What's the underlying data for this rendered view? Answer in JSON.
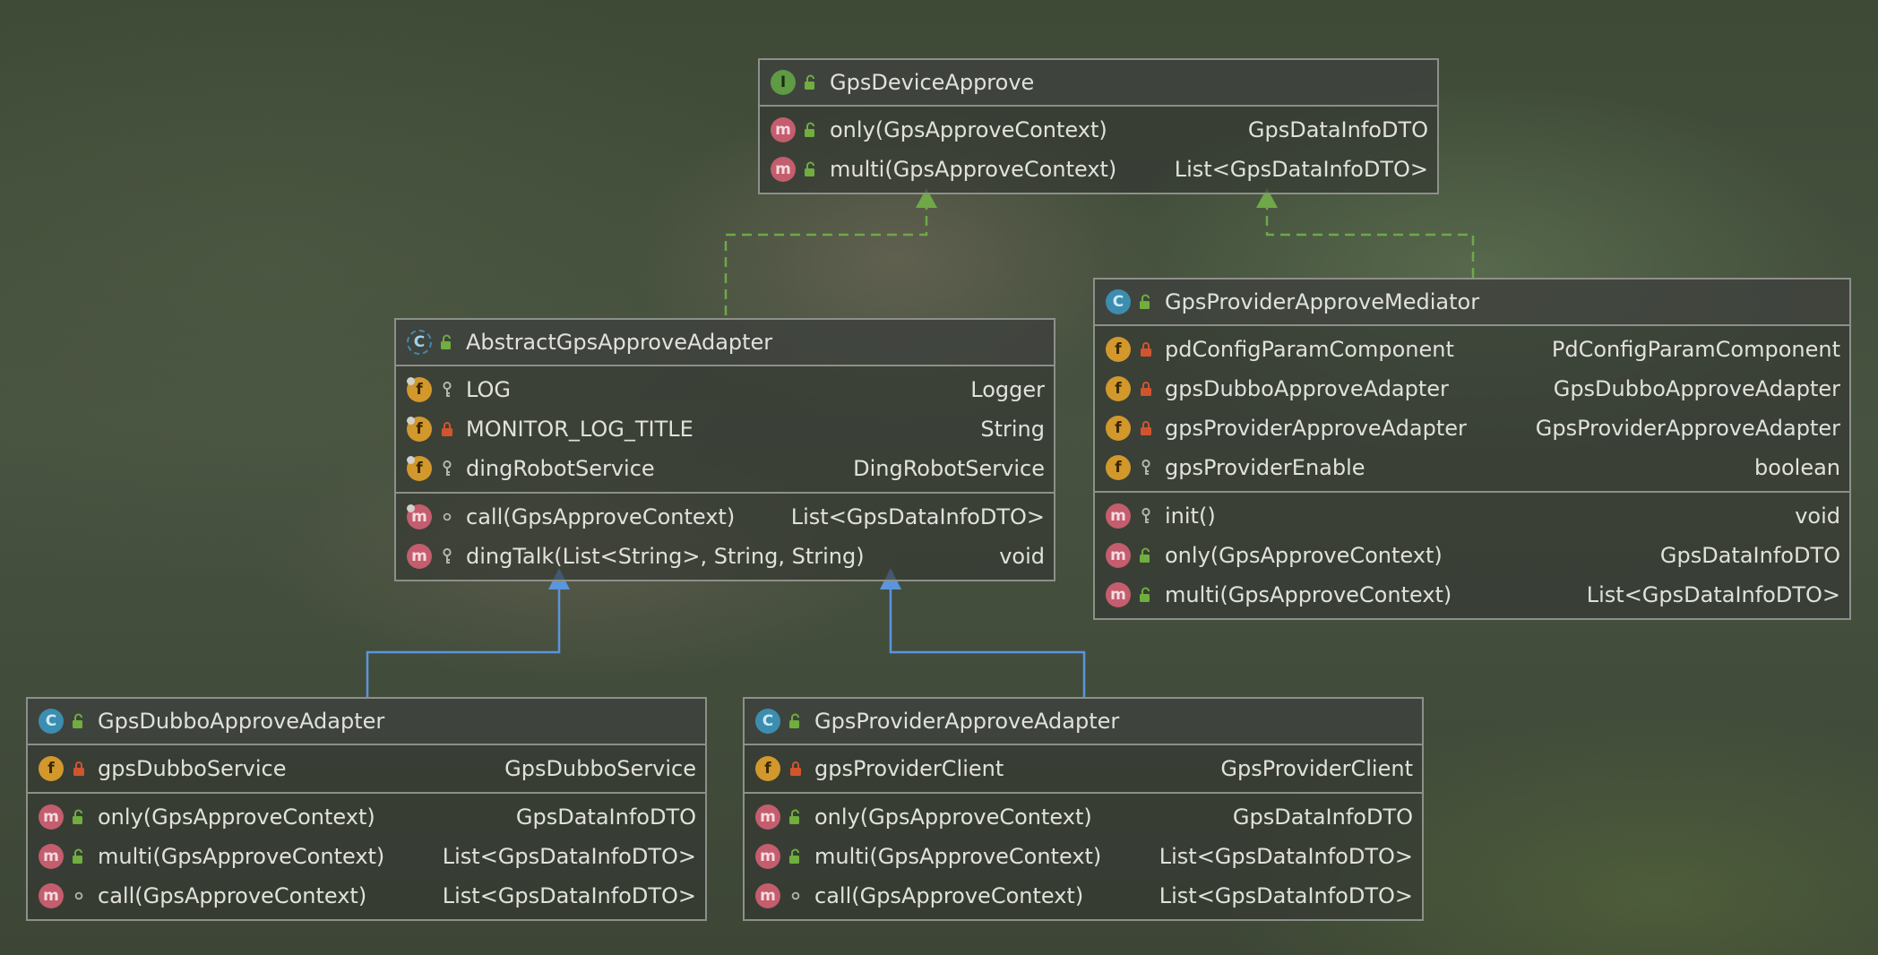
{
  "colors": {
    "realization_arrow": "#6fa848",
    "inheritance_arrow": "#5b95dc",
    "box_border": "#8d9088"
  },
  "classes": [
    {
      "id": "gps-device-approve",
      "name": "GpsDeviceApprove",
      "kind": "I",
      "sections": [
        [
          {
            "icon": "m",
            "static": false,
            "vis": "public",
            "name": "only(GpsApproveContext)",
            "type": "GpsDataInfoDTO"
          },
          {
            "icon": "m",
            "static": false,
            "vis": "public",
            "name": "multi(GpsApproveContext)",
            "type": "List<GpsDataInfoDTO>"
          }
        ]
      ]
    },
    {
      "id": "abstract-gps-approve-adapter",
      "name": "AbstractGpsApproveAdapter",
      "kind": "C",
      "abstract": true,
      "sections": [
        [
          {
            "icon": "f",
            "static": true,
            "vis": "protected",
            "name": "LOG",
            "type": "Logger"
          },
          {
            "icon": "f",
            "static": true,
            "vis": "private",
            "name": "MONITOR_LOG_TITLE",
            "type": "String"
          },
          {
            "icon": "f",
            "static": true,
            "vis": "protected",
            "name": "dingRobotService",
            "type": "DingRobotService"
          }
        ],
        [
          {
            "icon": "m",
            "static": true,
            "vis": "package",
            "name": "call(GpsApproveContext)",
            "type": "List<GpsDataInfoDTO>"
          },
          {
            "icon": "m",
            "static": false,
            "vis": "protected",
            "name": "dingTalk(List<String>, String, String)",
            "type": "void"
          }
        ]
      ]
    },
    {
      "id": "gps-provider-approve-mediator",
      "name": "GpsProviderApproveMediator",
      "kind": "C",
      "abstract": false,
      "sections": [
        [
          {
            "icon": "f",
            "static": false,
            "vis": "private",
            "name": "pdConfigParamComponent",
            "type": "PdConfigParamComponent"
          },
          {
            "icon": "f",
            "static": false,
            "vis": "private",
            "name": "gpsDubboApproveAdapter",
            "type": "GpsDubboApproveAdapter"
          },
          {
            "icon": "f",
            "static": false,
            "vis": "private",
            "name": "gpsProviderApproveAdapter",
            "type": "GpsProviderApproveAdapter"
          },
          {
            "icon": "f",
            "static": false,
            "vis": "protected",
            "name": "gpsProviderEnable",
            "type": "boolean"
          }
        ],
        [
          {
            "icon": "m",
            "static": false,
            "vis": "protected",
            "name": "init()",
            "type": "void"
          },
          {
            "icon": "m",
            "static": false,
            "vis": "public",
            "name": "only(GpsApproveContext)",
            "type": "GpsDataInfoDTO"
          },
          {
            "icon": "m",
            "static": false,
            "vis": "public",
            "name": "multi(GpsApproveContext)",
            "type": "List<GpsDataInfoDTO>"
          }
        ]
      ]
    },
    {
      "id": "gps-dubbo-approve-adapter",
      "name": "GpsDubboApproveAdapter",
      "kind": "C",
      "abstract": false,
      "sections": [
        [
          {
            "icon": "f",
            "static": false,
            "vis": "private",
            "name": "gpsDubboService",
            "type": "GpsDubboService"
          }
        ],
        [
          {
            "icon": "m",
            "static": false,
            "vis": "public",
            "name": "only(GpsApproveContext)",
            "type": "GpsDataInfoDTO"
          },
          {
            "icon": "m",
            "static": false,
            "vis": "public",
            "name": "multi(GpsApproveContext)",
            "type": "List<GpsDataInfoDTO>"
          },
          {
            "icon": "m",
            "static": false,
            "vis": "package",
            "name": "call(GpsApproveContext)",
            "type": "List<GpsDataInfoDTO>"
          }
        ]
      ]
    },
    {
      "id": "gps-provider-approve-adapter",
      "name": "GpsProviderApproveAdapter",
      "kind": "C",
      "abstract": false,
      "sections": [
        [
          {
            "icon": "f",
            "static": false,
            "vis": "private",
            "name": "gpsProviderClient",
            "type": "GpsProviderClient"
          }
        ],
        [
          {
            "icon": "m",
            "static": false,
            "vis": "public",
            "name": "only(GpsApproveContext)",
            "type": "GpsDataInfoDTO"
          },
          {
            "icon": "m",
            "static": false,
            "vis": "public",
            "name": "multi(GpsApproveContext)",
            "type": "List<GpsDataInfoDTO>"
          },
          {
            "icon": "m",
            "static": false,
            "vis": "package",
            "name": "call(GpsApproveContext)",
            "type": "List<GpsDataInfoDTO>"
          }
        ]
      ]
    }
  ],
  "relations": [
    {
      "from": "abstract-gps-approve-adapter",
      "to": "gps-device-approve",
      "type": "realization"
    },
    {
      "from": "gps-provider-approve-mediator",
      "to": "gps-device-approve",
      "type": "realization"
    },
    {
      "from": "gps-dubbo-approve-adapter",
      "to": "abstract-gps-approve-adapter",
      "type": "inheritance"
    },
    {
      "from": "gps-provider-approve-adapter",
      "to": "abstract-gps-approve-adapter",
      "type": "inheritance"
    }
  ]
}
